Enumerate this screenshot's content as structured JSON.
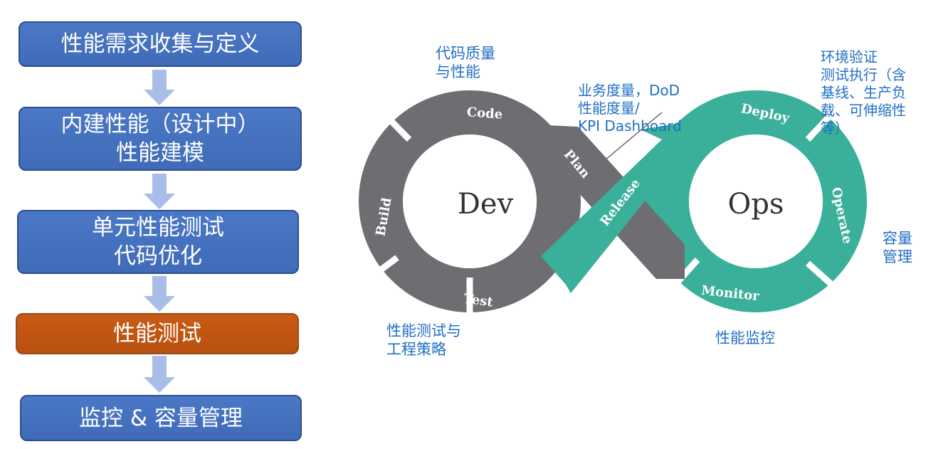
{
  "colors": {
    "step_blue": "#4472c4",
    "step_active": "#c55a11",
    "arrow": "#a9bde9",
    "dev_loop": "#6d6d72",
    "ops_loop": "#3aaf9a",
    "annotation": "#1f6fc5"
  },
  "steps": [
    {
      "lines": [
        "性能需求收集与定义"
      ]
    },
    {
      "lines": [
        "内建性能（设计中）",
        "性能建模"
      ]
    },
    {
      "lines": [
        "单元性能测试",
        "代码优化"
      ]
    },
    {
      "lines": [
        "性能测试"
      ],
      "active": true
    },
    {
      "lines": [
        "监控 & 容量管理"
      ]
    }
  ],
  "loop": {
    "dev_label": "Dev",
    "ops_label": "Ops",
    "stages": {
      "code": "Code",
      "build": "Build",
      "test": "Test",
      "plan": "Plan",
      "release": "Release",
      "deploy": "Deploy",
      "operate": "Operate",
      "monitor": "Monitor"
    }
  },
  "annotations": {
    "code_quality": [
      "代码质量",
      "与性能"
    ],
    "kpi": [
      "业务度量，DoD",
      "性能度量/",
      "KPI Dashboard"
    ],
    "env": [
      "环境验证",
      "测试执行（含",
      "基线、生产负",
      "载、可伸缩性",
      "等）"
    ],
    "capacity": [
      "容量",
      "管理"
    ],
    "test_strategy": [
      "性能测试与",
      "工程策略"
    ],
    "monitoring": [
      "性能监控"
    ]
  }
}
